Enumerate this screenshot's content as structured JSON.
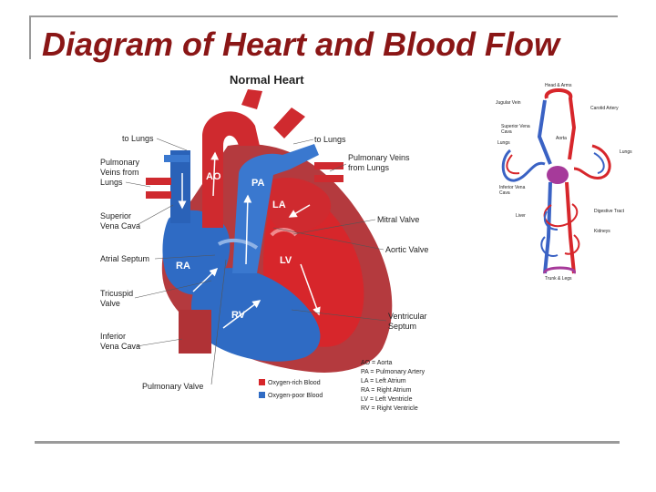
{
  "slide": {
    "title": "Diagram of Heart and Blood Flow"
  },
  "heart": {
    "heading": "Normal Heart",
    "chambers": {
      "ao": "AO",
      "pa": "PA",
      "la": "LA",
      "lv": "LV",
      "ra": "RA",
      "rv": "RV"
    },
    "left_labels": [
      "to Lungs",
      "Pulmonary",
      "Veins from",
      "Lungs",
      "Superior",
      "Vena Cava",
      "Atrial Septum",
      "Tricuspid",
      "Valve",
      "Inferior",
      "Vena Cava",
      "Pulmonary Valve"
    ],
    "right_labels": [
      "to Lungs",
      "Pulmonary Veins",
      "from Lungs",
      "Mitral Valve",
      "Aortic Valve",
      "Ventricular",
      "Septum"
    ],
    "legend": {
      "oxygen_rich": "Oxygen-rich Blood",
      "oxygen_poor": "Oxygen-poor Blood",
      "oxygen_rich_color": "#d7262b",
      "oxygen_poor_color": "#2f6bc4",
      "abbreviations": [
        "AO = Aorta",
        "PA = Pulmonary Artery",
        "LA = Left Atrium",
        "RA = Right Atrium",
        "LV = Left Ventricle",
        "RV = Right Ventricle"
      ]
    }
  },
  "circulation": {
    "labels": [
      "Head & Arms",
      "Jugular Vein",
      "Carotid Artery",
      "Superior Vena",
      "Cava",
      "Aorta",
      "Lungs",
      "Lungs",
      "Inferior Vena",
      "Cava",
      "Digestive Tract",
      "Liver",
      "Kidneys",
      "Trunk & Legs"
    ]
  }
}
